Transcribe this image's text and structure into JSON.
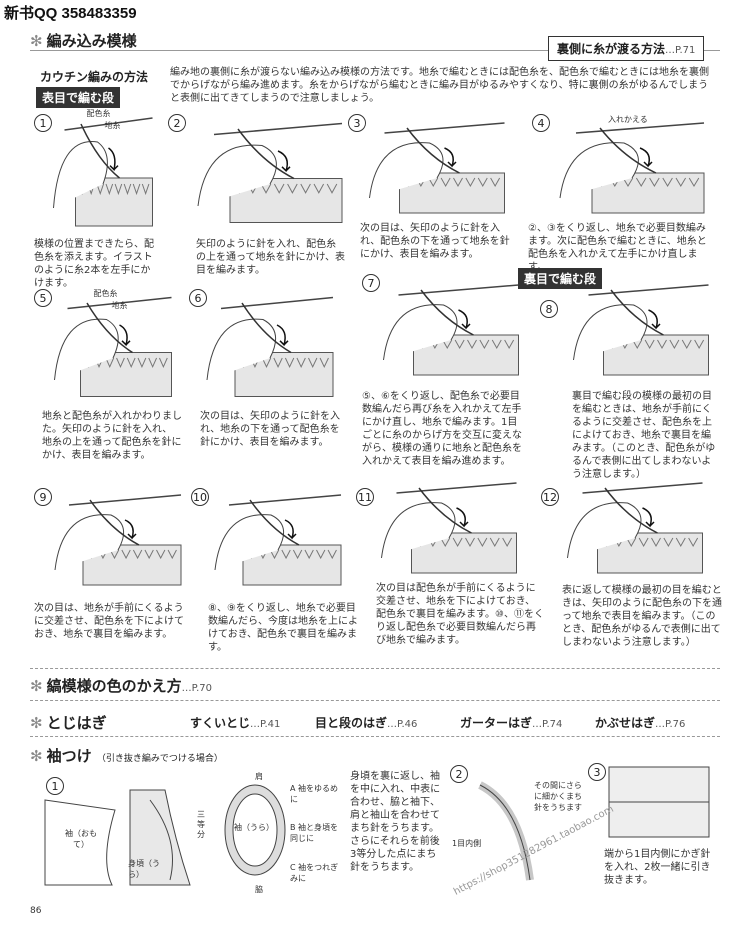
{
  "watermark": "新书QQ 358483359",
  "section1": {
    "title": "編み込み模様",
    "ref_label": "裏側に糸が渡る方法",
    "ref_page": "…P.71"
  },
  "method": {
    "title": "カウチン編みの方法",
    "front_label": "表目で編む段",
    "intro": "編み地の裏側に糸が渡らない編み込み模様の方法です。地糸で編むときには配色糸を、配色糸で編むときには地糸を裏側でからげながら編み進めます。糸をからげながら編むときに編み目がゆるみやすくなり、特に裏側の糸がゆるんでしまうと表側に出てきてしまうので注意しましょう。",
    "back_label": "裏目で編む段"
  },
  "steps": [
    {
      "num": "1",
      "labels": [
        "配色糸",
        "地糸"
      ],
      "caption": "模様の位置まできたら、配色糸を添えます。イラストのように糸2本を左手にかけます。"
    },
    {
      "num": "2",
      "labels": [],
      "caption": "矢印のように針を入れ、配色糸の上を通って地糸を針にかけ、表目を編みます。"
    },
    {
      "num": "3",
      "labels": [],
      "caption": "次の目は、矢印のように針を入れ、配色糸の下を通って地糸を針にかけ、表目を編みます。"
    },
    {
      "num": "4",
      "labels": [
        "入れかえる"
      ],
      "caption": "②、③をくり返し、地糸で必要目数編みます。次に配色糸で編むときに、地糸と配色糸を入れかえて左手にかけ直します。"
    },
    {
      "num": "5",
      "labels": [
        "配色糸",
        "地糸"
      ],
      "caption": "地糸と配色糸が入れかわりました。矢印のように針を入れ、地糸の上を通って配色糸を針にかけ、表目を編みます。"
    },
    {
      "num": "6",
      "labels": [],
      "caption": "次の目は、矢印のように針を入れ、地糸の下を通って配色糸を針にかけ、表目を編みます。"
    },
    {
      "num": "7",
      "labels": [],
      "caption": "⑤、⑥をくり返し、配色糸で必要目数編んだら再び糸を入れかえて左手にかけ直し、地糸で編みます。1目ごとに糸のからげ方を交互に変えながら、模様の通りに地糸と配色糸を入れかえて表目を編み進めます。"
    },
    {
      "num": "8",
      "labels": [],
      "caption": "裏目で編む段の模様の最初の目を編むときは、地糸が手前にくるように交差させ、配色糸を上によけておき、地糸で裏目を編みます。（このとき、配色糸がゆるんで表側に出てしまわないよう注意します。）"
    },
    {
      "num": "9",
      "labels": [],
      "caption": "次の目は、地糸が手前にくるように交差させ、配色糸を下によけておき、地糸で裏目を編みます。"
    },
    {
      "num": "10",
      "labels": [],
      "caption": "⑧、⑨をくり返し、地糸で必要目数編んだら、今度は地糸を上によけておき、配色糸で裏目を編みます。"
    },
    {
      "num": "11",
      "labels": [],
      "caption": "次の目は配色糸が手前にくるように交差させ、地糸を下によけておき、配色糸で裏目を編みます。⑩、⑪をくり返し配色糸で必要目数編んだら再び地糸で編みます。"
    },
    {
      "num": "12",
      "labels": [],
      "caption": "表に返して模様の最初の目を編むときは、矢印のように配色糸の下を通って地糸で表目を編みます。（このとき、配色糸がゆるんで表側に出てしまわないよう注意します。）"
    }
  ],
  "section2": {
    "title": "縞模様の色のかえ方",
    "ref": "…P.70"
  },
  "section3": {
    "title": "とじはぎ",
    "items": [
      {
        "label": "すくいとじ",
        "ref": "…P.41"
      },
      {
        "label": "目と段のはぎ",
        "ref": "…P.46"
      },
      {
        "label": "ガーターはぎ",
        "ref": "…P.74"
      },
      {
        "label": "かぶせはぎ",
        "ref": "…P.76"
      }
    ]
  },
  "section4": {
    "title": "袖つけ",
    "note": "（引き抜き編みでつける場合）",
    "step1": {
      "num": "1",
      "sleeve_label": "袖（おもて）",
      "body_label": "身頃（うら）",
      "three_label": "三等分",
      "oval_top": "肩",
      "oval_bottom": "脇",
      "oval_center": "袖（うら）",
      "notes": [
        "A 袖をゆるめに",
        "B 袖と身頃を同じに",
        "C 袖をつれぎみに"
      ],
      "caption": "身頃を裏に返し、袖を中に入れ、中表に合わせ、脇と袖下、肩と袖山を合わせてまち針をうちます。さらにそれらを前後3等分した点にまち針をうちます。"
    },
    "step2": {
      "num": "2",
      "side_note": "その間にさらに細かくまち針をうちます",
      "label": "1目内側"
    },
    "step3": {
      "num": "3",
      "caption": "端から1目内側にかぎ針を入れ、2枚一緒に引き抜きます。"
    }
  },
  "page_number": "86",
  "url_watermark": "https://shop351282961.taobao.com"
}
